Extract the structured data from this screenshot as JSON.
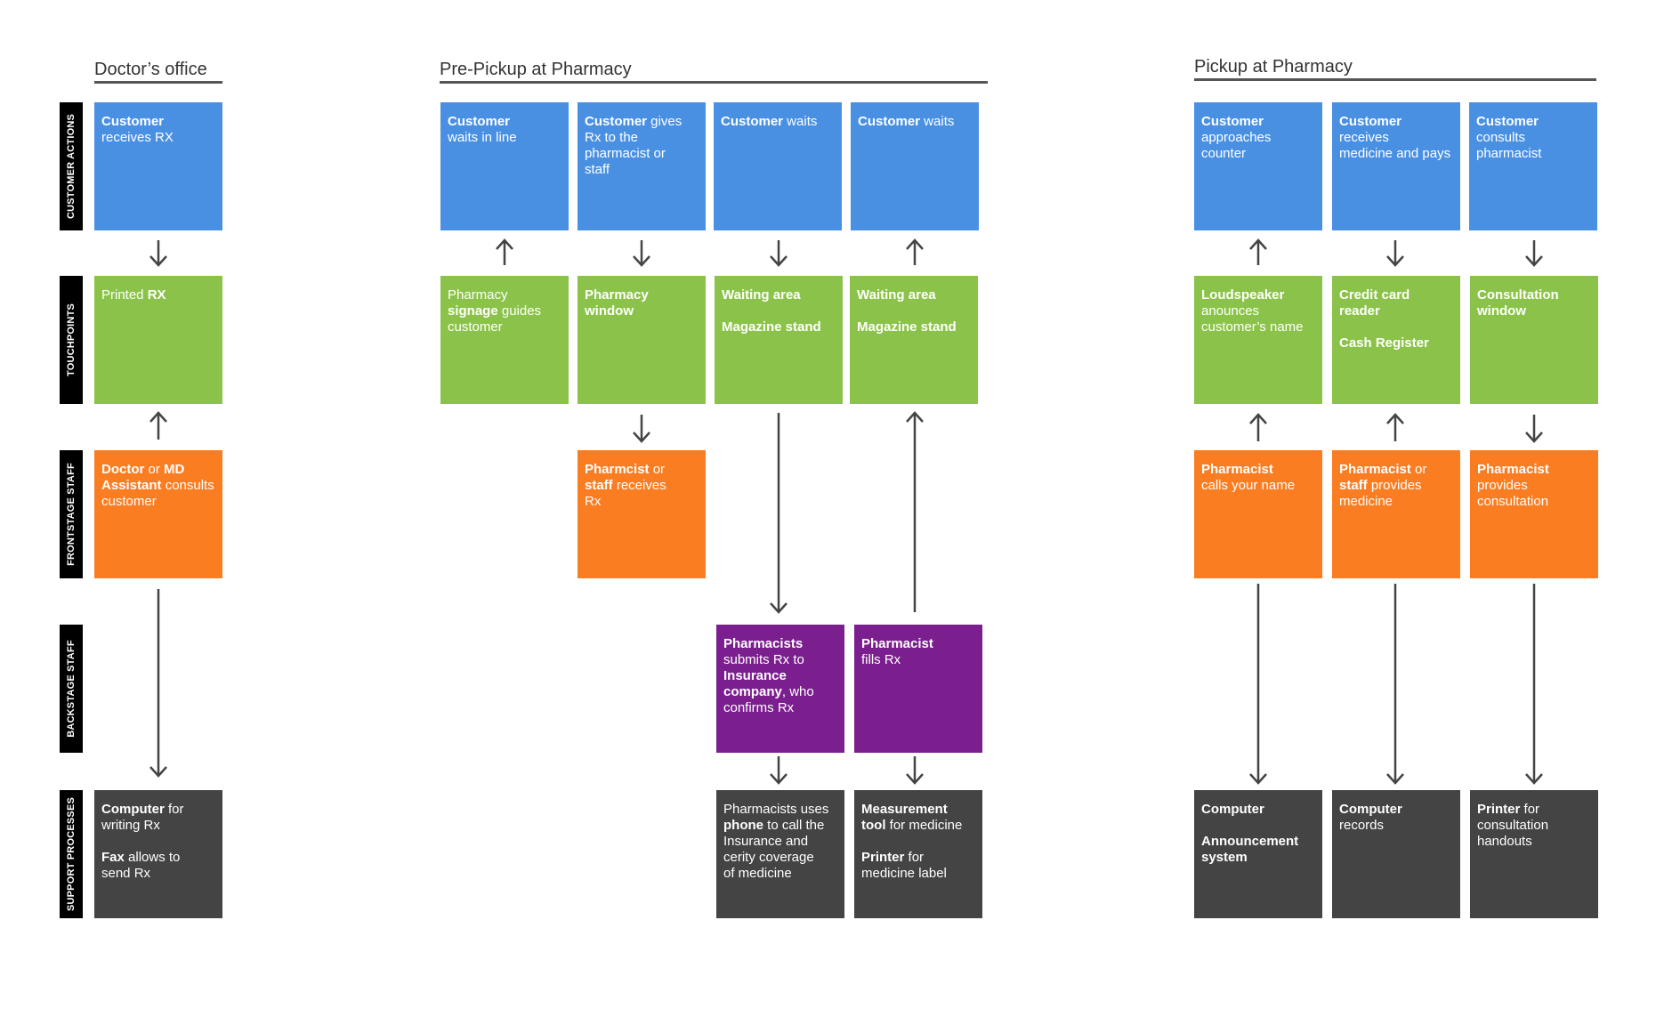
{
  "sections": {
    "doctor": "Doctor’s office",
    "pre_pickup": "Pre-Pickup at Pharmacy",
    "pickup": "Pickup at Pharmacy"
  },
  "lanes": {
    "customer_actions": "CUSTOMER ACTIONS",
    "touchpoints": "TOUCHPOINTS",
    "frontstage": "FRONTSTAGE STAFF",
    "backstage": "BACKSTAGE STAFF",
    "support": "SUPPORT PROCESSES"
  },
  "boxes": {
    "c1": {
      "bold": "Customer",
      "rest": "\nreceives RX"
    },
    "c2": {
      "bold": "Customer",
      "rest": "\nwaits in line"
    },
    "c3": {
      "bold": "Customer",
      "rest": " gives\nRx to the\npharmacist or\nstaff"
    },
    "c4": {
      "bold": "Customer",
      "rest": " waits"
    },
    "c5": {
      "bold": "Customer",
      "rest": " waits"
    },
    "c6": {
      "bold": "Customer",
      "rest": "\napproaches\ncounter"
    },
    "c7": {
      "bold": "Customer",
      "rest": " receives\nmedicine and pays"
    },
    "c8": {
      "bold": "Customer",
      "rest": "\nconsults\npharmacist"
    },
    "t1": {
      "pre": "Printed ",
      "bold": "RX"
    },
    "t2": {
      "pre": "Pharmacy\n",
      "bold": "signage",
      "rest": " guides\ncustomer"
    },
    "t3": {
      "bold": "Pharmacy\nwindow"
    },
    "t4": {
      "bold": "Waiting area\n\nMagazine stand"
    },
    "t5": {
      "bold": "Waiting area\n\nMagazine stand"
    },
    "t6": {
      "bold": "Loudspeaker",
      "rest": "\nanounces\ncustomer’s name"
    },
    "t7": {
      "bold": "Credit card\nreader\n\nCash Register"
    },
    "t8": {
      "bold": "Consultation\nwindow"
    },
    "f1": {
      "bold": "Doctor",
      "rest": " or ",
      "bold2": "MD\nAssistant",
      "rest2": " consults\ncustomer"
    },
    "f2": {
      "bold": "Pharmcist",
      "rest": " or\n",
      "bold2": "staff",
      "rest2": " receives\nRx"
    },
    "f3": {
      "bold": "Pharmacist",
      "rest": "\ncalls your name"
    },
    "f4": {
      "bold": "Pharmacist",
      "rest": " or\n",
      "bold2": "staff",
      "rest2": " provides\nmedicine"
    },
    "f5": {
      "bold": "Pharmacist",
      "rest": "\nprovides\nconsultation"
    },
    "b1": {
      "bold": "Pharmacists",
      "rest": "\nsubmits Rx to\n",
      "bold2": "Insurance\ncompany",
      "rest2": ", who\nconfirms Rx"
    },
    "b2": {
      "bold": "Pharmacist",
      "rest": "\nfills Rx"
    },
    "s1": {
      "bold": "Computer",
      "rest": " for\nwriting Rx\n\n",
      "bold2": "Fax",
      "rest2": " allows to\nsend Rx"
    },
    "s2": {
      "pre": "Pharmacists uses\n",
      "bold": "phone",
      "rest": " to call the\nInsurance and\ncerity coverage\nof medicine"
    },
    "s3": {
      "bold": "Measurement\ntool",
      "rest": " for medicine\n\n",
      "bold2": "Printer",
      "rest2": " for\nmedicine label"
    },
    "s4": {
      "bold": "Computer\n\nAnnouncement\nsystem"
    },
    "s5": {
      "bold": "Computer",
      "rest": "\nrecords"
    },
    "s6": {
      "bold": "Printer",
      "rest": " for\nconsultation\nhandouts"
    }
  },
  "colors": {
    "customer": "#4a90e2",
    "touchpoint": "#8bc34a",
    "frontstage": "#fb7d22",
    "backstage": "#7b1f8e",
    "support": "#444444"
  }
}
